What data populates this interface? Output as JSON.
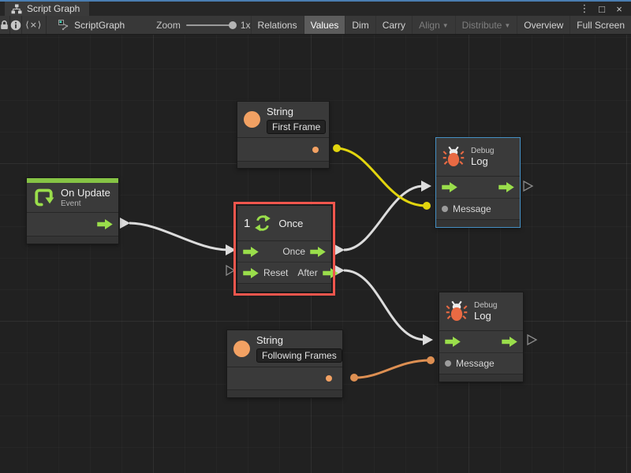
{
  "window": {
    "tab": "Script Graph",
    "controls": {
      "menu": "⋮",
      "maximize": "□",
      "close": "×"
    }
  },
  "toolbar": {
    "code_toggle": "⟨×⟩",
    "graph_name": "ScriptGraph",
    "zoom_label": "Zoom",
    "zoom_value": "1x",
    "buttons": [
      {
        "label": "Relations",
        "state": "normal"
      },
      {
        "label": "Values",
        "state": "active"
      },
      {
        "label": "Dim",
        "state": "normal"
      },
      {
        "label": "Carry",
        "state": "normal"
      },
      {
        "label": "Align",
        "state": "disabled",
        "dropdown": "▼"
      },
      {
        "label": "Distribute",
        "state": "disabled",
        "dropdown": "▼"
      },
      {
        "label": "Overview",
        "state": "normal"
      },
      {
        "label": "Full Screen",
        "state": "normal"
      }
    ]
  },
  "graph": {
    "nodes": {
      "string_first": {
        "title": "String",
        "value": "First Frame"
      },
      "on_update": {
        "title": "On Update",
        "subtitle": "Event"
      },
      "once": {
        "badge": "1",
        "title": "Once",
        "port_once": "Once",
        "port_reset": "Reset",
        "port_after": "After"
      },
      "debug_top": {
        "category": "Debug",
        "title": "Log",
        "port_message": "Message"
      },
      "string_following": {
        "title": "String",
        "value": "Following Frames"
      },
      "debug_bottom": {
        "category": "Debug",
        "title": "Log",
        "port_message": "Message"
      }
    }
  },
  "colors": {
    "green": "#9ade4b",
    "green_bar": "#86c445",
    "orange": "#f2a163",
    "bug_orange": "#e96a43",
    "wire_white": "#dcdcdc",
    "wire_yellow": "#e2d50e",
    "wire_orange": "#dd8f52",
    "sel_red": "#f0564d",
    "sel_blue": "#4590c4",
    "tab_blue": "#4a7db1"
  }
}
